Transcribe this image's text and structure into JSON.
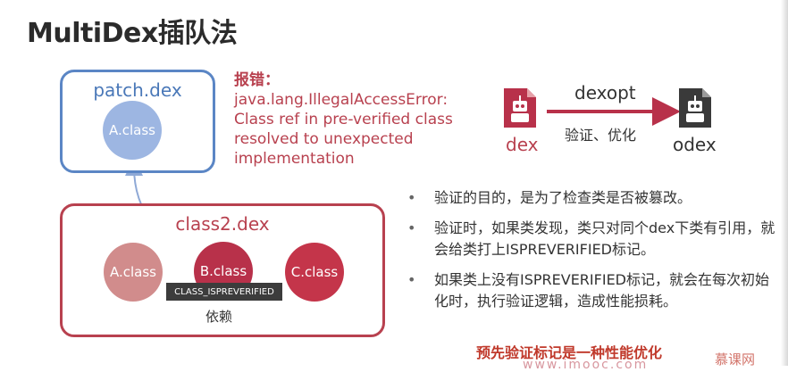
{
  "title": "MultiDex插队法",
  "patch_box": {
    "title": "patch.dex",
    "class_label": "A.class"
  },
  "class2_box": {
    "title": "class2.dex",
    "classes": [
      "A.class",
      "B.class",
      "C.class"
    ],
    "tag": "CLASS_ISPREVERIFIED",
    "dependency_label": "依赖"
  },
  "error": {
    "lead": "报错：",
    "lines": [
      "java.lang.IllegalAccessError:",
      "Class ref in pre-verified class",
      "resolved to unexpected",
      "implementation"
    ]
  },
  "dexopt": {
    "label": "dexopt",
    "sub_label": "验证、优化",
    "source": "dex",
    "target": "odex"
  },
  "bullets": [
    "验证的目的，是为了检查类是否被篡改。",
    "验证时，如果类发现，类只对同个dex下类有引用，就会给类打上ISPREVERIFIED标记。",
    "如果类上没有ISPREVERIFIED标记，就会在每次初始化时，执行验证逻辑，造成性能损耗。"
  ],
  "footer": "预先验证标记是一种性能优化",
  "watermark": "www.imooc.com",
  "logo": "慕课网",
  "colors": {
    "patch_blue": "#5b86c5",
    "class2_red": "#b8414f",
    "error_red": "#b8414f",
    "arrow_red": "#b8314a"
  }
}
